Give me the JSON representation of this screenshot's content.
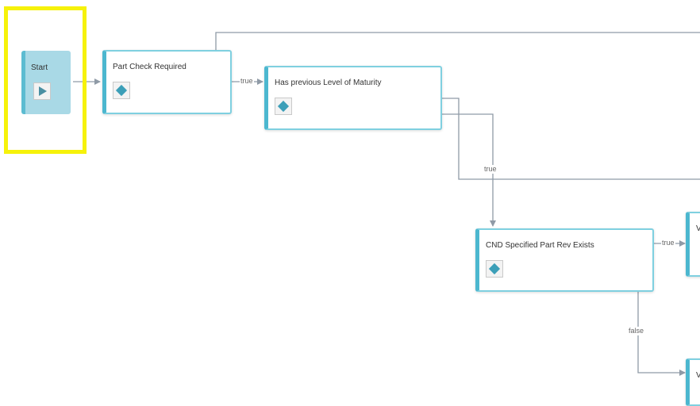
{
  "nodes": {
    "start": {
      "title": "Start",
      "icon": "play-icon"
    },
    "part_check": {
      "title": "Part Check Required",
      "icon": "decision-diamond-icon"
    },
    "prev_level": {
      "title": "Has previous Level of Maturity",
      "icon": "decision-diamond-icon"
    },
    "cnd_part": {
      "title": "CND Specified Part Rev Exists",
      "icon": "decision-diamond-icon"
    },
    "right_top": {
      "title": "V"
    },
    "right_bottom": {
      "title": "V"
    }
  },
  "edge_labels": {
    "part_to_prev": "true",
    "prev_to_cnd": "true",
    "cnd_to_right": "true",
    "cnd_down": "false"
  },
  "colors": {
    "node_border": "#7fd0e0",
    "node_accent": "#4cb7cf",
    "start_fill": "#a9d9e6",
    "connector": "#8f9aa6",
    "selection": "#f6f20a",
    "diamond": "#3c9fb8"
  }
}
